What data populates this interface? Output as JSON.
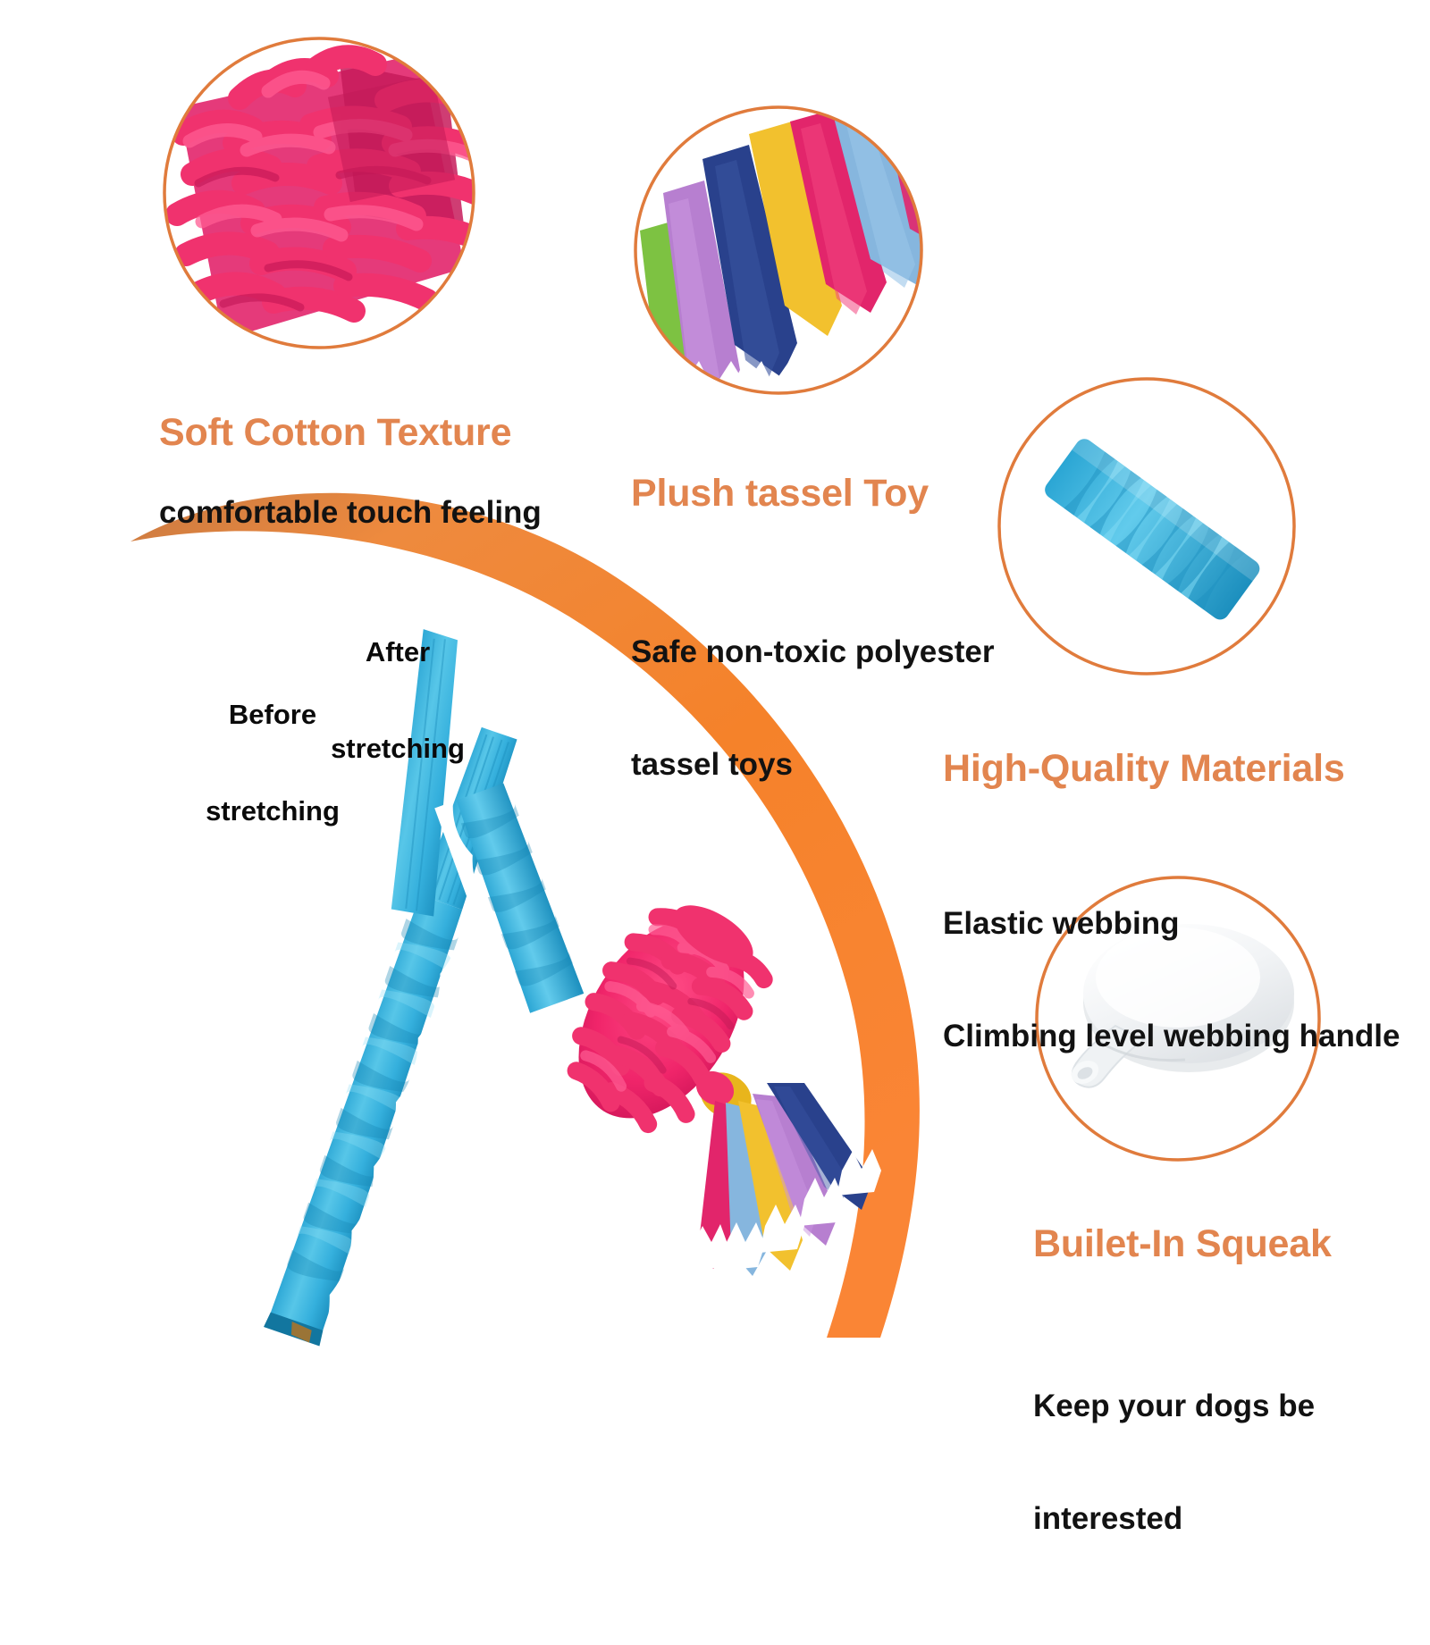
{
  "theme": {
    "accent_orange": "#F5822A",
    "headline_orange": "#E2854F",
    "ring_orange": "#E07B3C",
    "body_black": "#121212",
    "strap_blue": "#3FB8E0",
    "mop_pink": "#F0326E",
    "background": "#FFFFFF"
  },
  "features": [
    {
      "id": "soft-cotton",
      "title": "Soft Cotton Texture",
      "description": "comfortable touch feeling",
      "photo": "pink-chenille-mop-closeup"
    },
    {
      "id": "plush-tassel",
      "title": "Plush tassel Toy",
      "description_line1": "Safe non-toxic polyester",
      "description_line2": "tassel toys",
      "photo": "multicolor-fleece-tassels-closeup"
    },
    {
      "id": "high-quality-materials",
      "title": "High-Quality Materials",
      "description_line1": "Elastic webbing",
      "description_line2": "Climbing level webbing handle",
      "photo": "blue-elastic-webbing-closeup"
    },
    {
      "id": "built-in-squeak",
      "title": "Builet-In Squeak",
      "description_line1": "Keep your dogs be",
      "description_line2": "interested",
      "photo": "white-squeaker-disc-closeup"
    }
  ],
  "product_demo": {
    "before_label_line1": "Before",
    "before_label_line2": "stretching",
    "after_label_line1": "After",
    "after_label_line2": "stretching",
    "before_item": "unstretched-bunched-blue-webbing-strap",
    "after_item": "stretched-blue-strap-with-pink-mop-and-tassels"
  },
  "tassel_colors": [
    "#7DC242",
    "#B77FD0",
    "#29418C",
    "#F2C12E",
    "#E2256B",
    "#86B6DE"
  ],
  "decor": {
    "arc": "tapered-orange-arc-sweep"
  }
}
